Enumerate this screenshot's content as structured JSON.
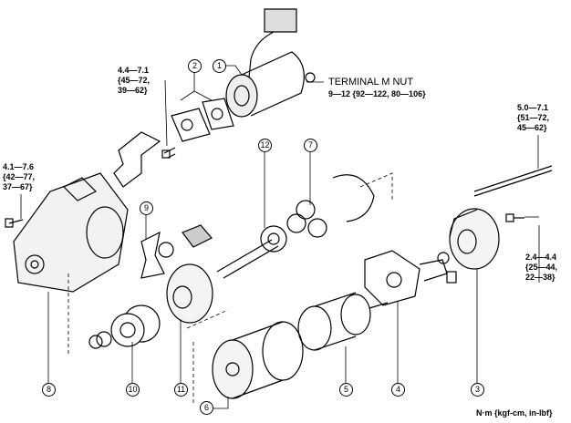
{
  "callouts": [
    "1",
    "2",
    "3",
    "4",
    "5",
    "6",
    "7",
    "8",
    "9",
    "10",
    "11",
    "12"
  ],
  "torques": {
    "t_top_left": [
      "4.4—7.1",
      "{45—72,",
      "39—62}"
    ],
    "t_left": [
      "4.1—7.6",
      "{42—77,",
      "37—67}"
    ],
    "t_right_top": [
      "5.0—7.1",
      "{51—72,",
      "45—62}"
    ],
    "t_right_mid": [
      "2.4—4.4",
      "{25—44,",
      "22—38}"
    ]
  },
  "terminal": {
    "label": "TERMINAL M NUT",
    "value": "9—12 {92—122, 80—106}"
  },
  "units_note": "N·m {kgf-cm, in-lbf}"
}
